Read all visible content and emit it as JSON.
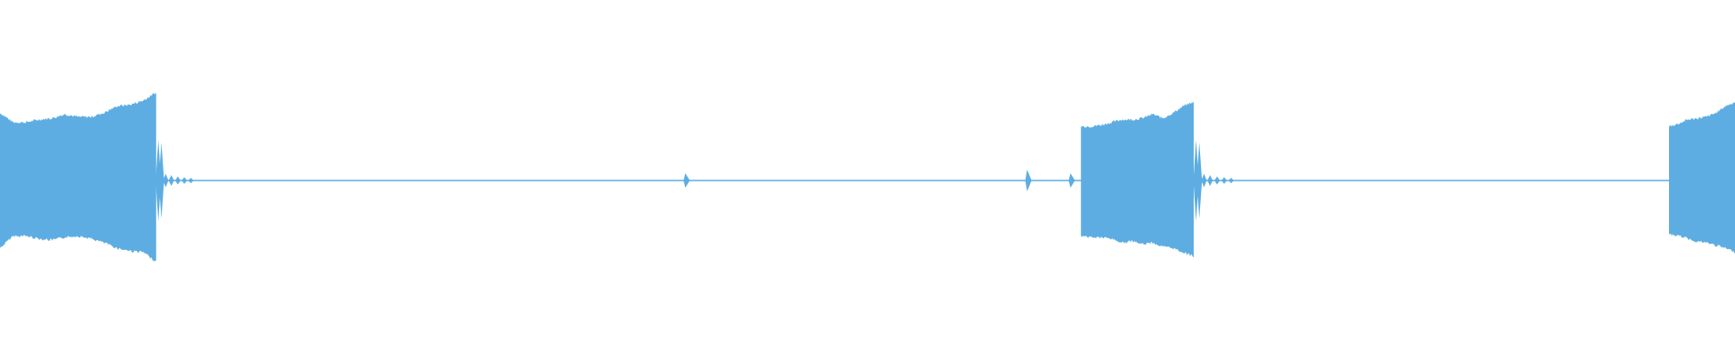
{
  "waveform": {
    "color": "#5dade2",
    "background": "#ffffff",
    "channels": 1,
    "segments": [
      {
        "kind": "burst",
        "start": 0.0,
        "end": 0.09,
        "envelope_top": [
          0.5,
          0.43,
          0.43,
          0.45,
          0.46,
          0.49,
          0.47,
          0.47,
          0.5,
          0.55,
          0.56,
          0.59,
          0.65
        ],
        "envelope_bottom": [
          0.5,
          0.41,
          0.41,
          0.43,
          0.44,
          0.42,
          0.41,
          0.43,
          0.46,
          0.5,
          0.52,
          0.53,
          0.6
        ]
      },
      {
        "kind": "tail",
        "start": 0.09,
        "end": 0.115
      },
      {
        "kind": "silence",
        "start": 0.115,
        "end": 0.62
      },
      {
        "kind": "burst",
        "start": 0.623,
        "end": 0.688,
        "envelope_top": [
          0.4,
          0.4,
          0.41,
          0.43,
          0.45,
          0.45,
          0.46,
          0.49,
          0.46,
          0.5,
          0.55,
          0.58
        ],
        "envelope_bottom": [
          0.41,
          0.42,
          0.42,
          0.43,
          0.46,
          0.45,
          0.47,
          0.46,
          0.49,
          0.5,
          0.53,
          0.56
        ]
      },
      {
        "kind": "tail",
        "start": 0.688,
        "end": 0.715
      },
      {
        "kind": "silence",
        "start": 0.715,
        "end": 0.962
      },
      {
        "kind": "burst",
        "start": 0.962,
        "end": 1.0,
        "envelope_top": [
          0.4,
          0.42,
          0.45,
          0.46,
          0.47,
          0.5,
          0.55,
          0.58
        ],
        "envelope_bottom": [
          0.4,
          0.41,
          0.43,
          0.45,
          0.46,
          0.48,
          0.5,
          0.53
        ]
      }
    ],
    "blips": [
      0.395,
      0.592,
      0.617
    ]
  }
}
